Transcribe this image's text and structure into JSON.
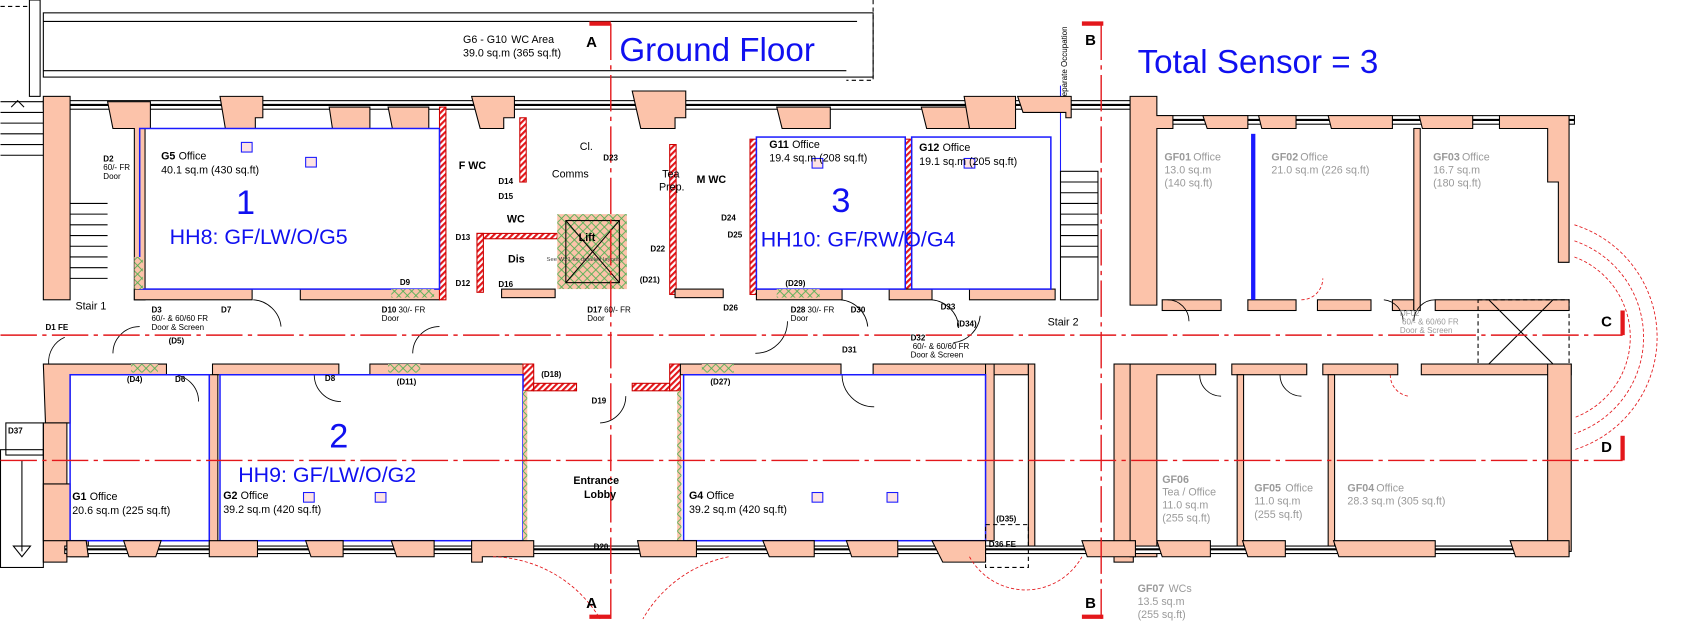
{
  "header": {
    "title": "Ground Floor",
    "total_sensor": "Total Sensor = 3",
    "separate_occupation": "Separate Occupation"
  },
  "wc_area": {
    "code": "G6 - G10",
    "name": "WC Area",
    "area": "39.0 sq.m (365 sq.ft)"
  },
  "section_markers": {
    "a_top": "A",
    "a_bottom": "A",
    "b_top": "B",
    "b_bottom": "B",
    "c": "C",
    "d": "D"
  },
  "sensor_zones": [
    {
      "number": "1",
      "code": "HH8: GF/LW/O/G5"
    },
    {
      "number": "2",
      "code": "HH9: GF/LW/O/G2"
    },
    {
      "number": "3",
      "code": "HH10: GF/RW/O/G4"
    }
  ],
  "rooms": {
    "g5": {
      "code": "G5",
      "name": "Office",
      "area": "40.1 sq.m (430 sq.ft)"
    },
    "g11": {
      "code": "G11",
      "name": "Office",
      "area": "19.4 sq.m (208 sq.ft)"
    },
    "g12": {
      "code": "G12",
      "name": "Office",
      "area": "19.1 sq.m (205 sq.ft)"
    },
    "g1": {
      "code": "G1",
      "name": "Office",
      "area": "20.6 sq.m (225 sq.ft)"
    },
    "g2": {
      "code": "G2",
      "name": "Office",
      "area": "39.2 sq.m (420 sq.ft)"
    },
    "g4": {
      "code": "G4",
      "name": "Office",
      "area": "39.2 sq.m (420 sq.ft)"
    },
    "lobby": {
      "line1": "Entrance",
      "line2": "Lobby"
    },
    "fwc": "F WC",
    "mwc": "M WC",
    "wc": "WC",
    "cl": "Cl.",
    "comms": "Comms",
    "tea": {
      "line1": "Tea",
      "line2": "Prep."
    },
    "lift": "Lift",
    "dis": "Dis",
    "w21_note": "See W21 for detailed layouts",
    "stair1": "Stair 1",
    "stair2": "Stair 2"
  },
  "other_occupier_rooms": {
    "gf01": {
      "code": "GF01",
      "name": "Office",
      "area": "13.0 sq.m",
      "area_ft": "(140 sq.ft)"
    },
    "gf02": {
      "code": "GF02",
      "name": "Office",
      "area": "21.0 sq.m (226 sq.ft)"
    },
    "gf03": {
      "code": "GF03",
      "name": "Office",
      "area": "16.7 sq.m",
      "area_ft": "(180 sq.ft)"
    },
    "gf06": {
      "code": "GF06",
      "name": "Tea / Office",
      "area": "11.0 sq.m",
      "area_ft": "(255 sq.ft)"
    },
    "gf05": {
      "code": "GF05",
      "name": "Office",
      "area": "11.0 sq.m",
      "area_ft": "(255 sq.ft)"
    },
    "gf04": {
      "code": "GF04",
      "name": "Office",
      "area": "28.3 sq.m (305 sq.ft)"
    },
    "gf07": {
      "code": "GF07",
      "name": "WCs",
      "area": "13.5 sq.m",
      "area_ft": "(255 sq.ft)"
    },
    "df02": {
      "code": "DF02",
      "line1": "60/- & 60/60 FR",
      "line2": "Door & Screen"
    }
  },
  "doors": {
    "d1": "D1 FE",
    "d2": {
      "code": "D2",
      "line1": "60/- FR",
      "line2": "Door"
    },
    "d3": {
      "code": "D3",
      "line1": "60/- & 60/60 FR",
      "line2": "Door & Screen"
    },
    "d4": "(D4)",
    "d5": "(D5)",
    "d6": "D6",
    "d7": "D7",
    "d8": "D8",
    "d9": "D9",
    "d10": {
      "code": "D10",
      "line1": "30/- FR",
      "line2": "Door"
    },
    "d11": "(D11)",
    "d12": "D12",
    "d13": "D13",
    "d14": "D14",
    "d15": "D15",
    "d16": "D16",
    "d17": {
      "code": "D17",
      "line1": "60/- FR",
      "line2": "Door"
    },
    "d18": "(D18)",
    "d19": "D19",
    "d20": "D20",
    "d21": "(D21)",
    "d22": "D22",
    "d23": "D23",
    "d24": "D24",
    "d25": "D25",
    "d26": "D26",
    "d27": "(D27)",
    "d28": {
      "code": "D28",
      "line1": "30/- FR",
      "line2": "Door"
    },
    "d29": "(D29)",
    "d30": "D30",
    "d31": "D31",
    "d32": {
      "code": "D32",
      "line1": "60/- & 60/60 FR",
      "line2": "Door & Screen"
    },
    "d33": "D33",
    "d34": "(D34)",
    "d35": "(D35)",
    "d36": "D36 FE",
    "d37": "D37"
  },
  "colors": {
    "wall": "#fcc3aa",
    "sensor_text": "#1010f0",
    "section_line": "#e3171b",
    "other_occupier_text": "#9a9a9a"
  }
}
